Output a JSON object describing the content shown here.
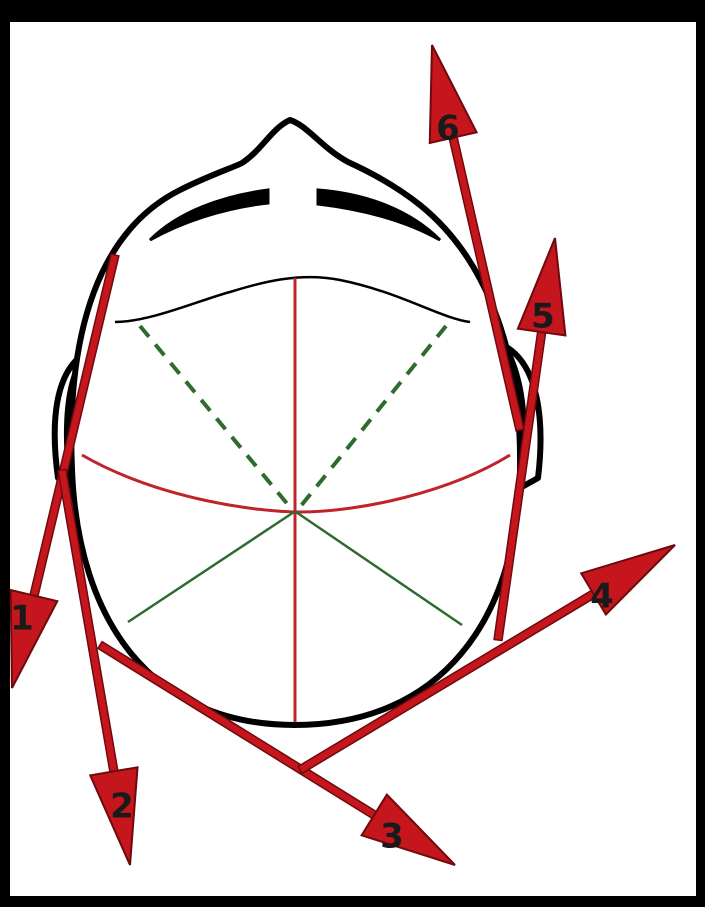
{
  "diagram": {
    "colors": {
      "background_frame": "#000000",
      "paper": "#ffffff",
      "outline": "#000000",
      "red_line": "#c0242b",
      "green_line": "#2e6b2c",
      "arrow_fill": "#c4161c",
      "arrow_stroke": "#6e0a0e"
    },
    "arrows": [
      {
        "label": "1"
      },
      {
        "label": "2"
      },
      {
        "label": "3"
      },
      {
        "label": "4"
      },
      {
        "label": "5"
      },
      {
        "label": "6"
      }
    ]
  }
}
